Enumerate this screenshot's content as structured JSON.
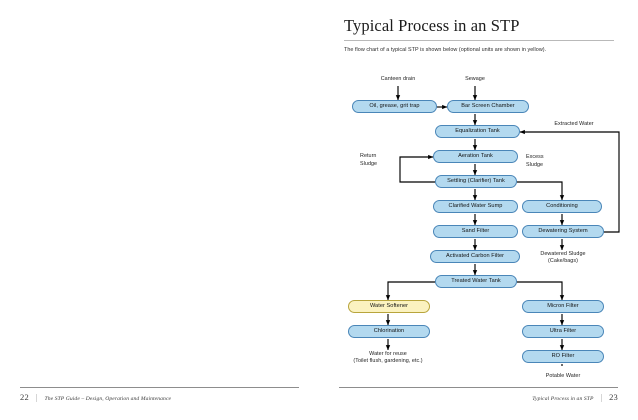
{
  "document": {
    "left_page": {
      "page_number": "22",
      "separator": "|",
      "running_text": "The STP Guide – Design, Operation and Maintenance"
    },
    "right_page": {
      "page_number": "23",
      "separator": "|",
      "running_text": "Typical Process in an STP",
      "title": "Typical Process in an STP",
      "subtitle": "The flow chart of a typical STP is shown below (optional units are shown in yellow)."
    }
  },
  "flowchart": {
    "inputs": [
      {
        "label": "Canteen drain"
      },
      {
        "label": "Sewage"
      }
    ],
    "nodes": [
      {
        "id": "oil_grease_grit_trap",
        "label": "Oil, grease, grit trap",
        "type": "standard"
      },
      {
        "id": "bar_screen_chamber",
        "label": "Bar Screen Chamber",
        "type": "standard"
      },
      {
        "id": "equalization_tank",
        "label": "Equalization Tank",
        "type": "standard"
      },
      {
        "id": "aeration_tank",
        "label": "Aeration Tank",
        "type": "standard"
      },
      {
        "id": "settling_tank",
        "label": "Settling (Clarifier) Tank",
        "type": "standard"
      },
      {
        "id": "clarified_water_sump",
        "label": "Clarified Water Sump",
        "type": "standard"
      },
      {
        "id": "sand_filter",
        "label": "Sand Filter",
        "type": "standard"
      },
      {
        "id": "activated_carbon_filter",
        "label": "Activated Carbon Filter",
        "type": "standard"
      },
      {
        "id": "treated_water_tank",
        "label": "Treated Water Tank",
        "type": "standard"
      },
      {
        "id": "conditioning",
        "label": "Conditioning",
        "type": "standard"
      },
      {
        "id": "dewatering_system",
        "label": "Dewatering System",
        "type": "standard"
      },
      {
        "id": "water_softener",
        "label": "Water Softener",
        "type": "optional"
      },
      {
        "id": "chlorination",
        "label": "Chlorination",
        "type": "standard"
      },
      {
        "id": "micron_filter",
        "label": "Micron Filter",
        "type": "standard"
      },
      {
        "id": "ultra_filter",
        "label": "Ultra Filter",
        "type": "standard"
      },
      {
        "id": "ro_filter",
        "label": "RO Filter",
        "type": "standard"
      }
    ],
    "flow_labels": [
      {
        "id": "return_sludge",
        "line1": "Return",
        "line2": "Sludge"
      },
      {
        "id": "excess_sludge",
        "line1": "Excess",
        "line2": "Sludge"
      },
      {
        "id": "extracted_water",
        "line1": "Extracted Water",
        "line2": ""
      }
    ],
    "outputs": [
      {
        "id": "dewatered_sludge",
        "line1": "Dewatered Sludge",
        "line2": "(Cake/bags)"
      },
      {
        "id": "water_for_reuse",
        "line1": "Water for reuse",
        "line2": "(Toilet flush, gardening, etc.)"
      },
      {
        "id": "potable_water",
        "line1": "Potable Water",
        "line2": ""
      }
    ],
    "colors": {
      "node_fill": "#b3d9ef",
      "node_border": "#4a86b8",
      "optional_fill": "#fbf2c0",
      "optional_border": "#b8a53c",
      "connector": "#000000"
    }
  }
}
